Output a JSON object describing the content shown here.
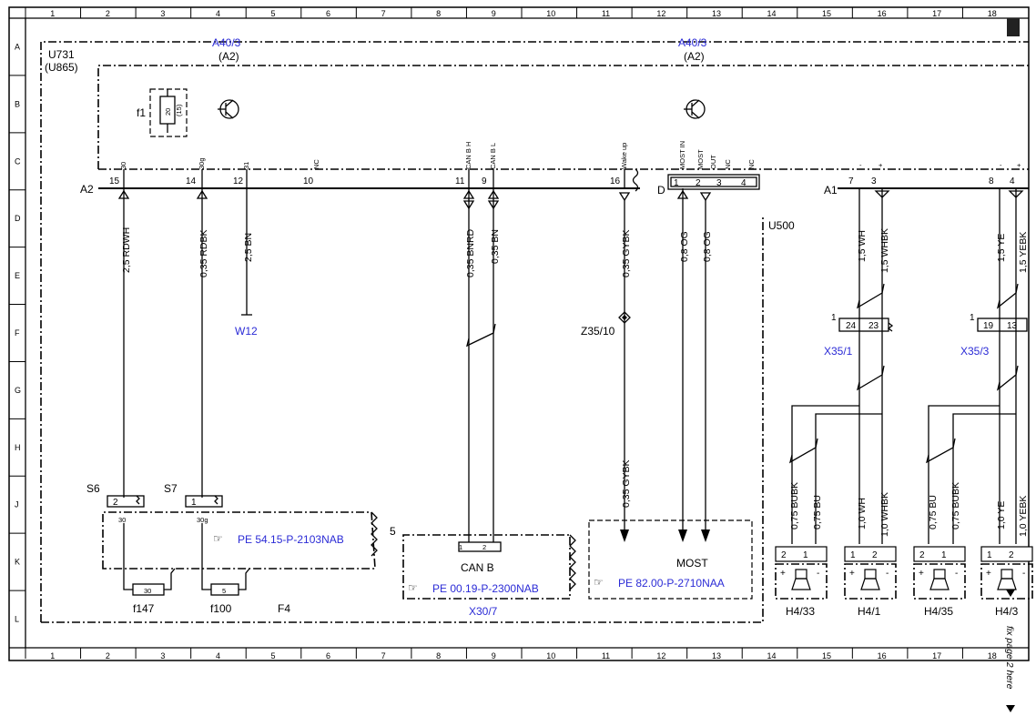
{
  "grid": {
    "cols": [
      "1",
      "2",
      "3",
      "4",
      "5",
      "6",
      "7",
      "8",
      "9",
      "10",
      "11",
      "12",
      "13",
      "14",
      "15",
      "16",
      "17",
      "18"
    ],
    "rows": [
      "A",
      "B",
      "C",
      "D",
      "E",
      "F",
      "G",
      "H",
      "J",
      "K",
      "L"
    ]
  },
  "blocks": {
    "u731": "U731",
    "u865": "(U865)",
    "a40_left": "A40/3",
    "a2_left": "(A2)",
    "a40_right": "A40/3",
    "a2_right": "(A2)",
    "u500": "U500",
    "f4": "F4",
    "d": "D",
    "a1": "A1",
    "a2": "A2"
  },
  "fuse_f1": {
    "label": "f1",
    "v1": "20",
    "v2": "(15)"
  },
  "connector_a2": {
    "pins": [
      {
        "num": "15",
        "sig": "30"
      },
      {
        "num": "14",
        "sig": "30g"
      },
      {
        "num": "12",
        "sig": "31"
      },
      {
        "num": "10",
        "sig": "NC"
      },
      {
        "num": "11",
        "sig": "CAN B H"
      },
      {
        "num": "9",
        "sig": "CAN B L"
      },
      {
        "num": "16",
        "sig": "Wake up"
      }
    ]
  },
  "connector_d": {
    "pins": [
      {
        "num": "1",
        "sig": "MOST IN"
      },
      {
        "num": "2",
        "sig": "MOST"
      },
      {
        "num": "3",
        "sig": "OUT"
      },
      {
        "num": "4",
        "sig": "NC"
      },
      {
        "num": "",
        "sig": "NC"
      }
    ]
  },
  "connector_a1": {
    "pins": [
      {
        "num": "7",
        "sig": "-"
      },
      {
        "num": "3",
        "sig": "+"
      },
      {
        "num": "8",
        "sig": "-"
      },
      {
        "num": "4",
        "sig": "+"
      }
    ]
  },
  "wires": {
    "w15": "2,5 RDWH",
    "w14": "0,35 RDBK",
    "w12": "2,5 BN",
    "w11": "0,35 BNRD",
    "w9": "0,35 BN",
    "w16": "0,35 GYBK",
    "w16b": "0,35 GYBK",
    "w_most1": "0,8 OG",
    "w_most2": "0,8 OG",
    "w_a1_7": "1,5 WH",
    "w_a1_3": "1,5 WHBK",
    "w_a1_8": "1,5 YE",
    "w_a1_4": "1,5 YEBK",
    "w_h433_a": "0,75 BUBK",
    "w_h433_b": "0,75 BU",
    "w_h41_a": "1,0 WH",
    "w_h41_b": "1,0 WHBK",
    "w_h435_a": "0,75 BU",
    "w_h435_b": "0,75 BUBK",
    "w_h43_a": "1,0 YE",
    "w_h43_b": "1,0 YEBK"
  },
  "components": {
    "w12": "W12",
    "z35": "Z35/10",
    "s6": "S6",
    "s7": "S7",
    "s6_pin": "2",
    "s7_pin": "1",
    "f147": "f147",
    "f100": "f100",
    "f147_val": "30",
    "f100_val": "5",
    "f4_sig1": "30",
    "f4_sig2": "30g",
    "x30_7": "X30/7",
    "x30_num": "5",
    "canb": "CAN B",
    "most": "MOST",
    "x35_1": "X35/1",
    "x35_3": "X35/3",
    "x35_1_n": "1",
    "x35_3_n": "1",
    "x35_1_p1": "24",
    "x35_1_p2": "23",
    "x35_3_p1": "19",
    "x35_3_p2": "13",
    "h4_33": "H4/33",
    "h4_1": "H4/1",
    "h4_35": "H4/35",
    "h4_3": "H4/3",
    "canb_p1": "1",
    "canb_p2": "2"
  },
  "refs": {
    "pe54": "PE 54.15-P-2103NAB",
    "pe00": "PE 00.19-P-2300NAB",
    "pe82": "PE 82.00-P-2710NAA"
  },
  "side_note": "fix page 2 here",
  "colors": {
    "reference": "#2b2bd6",
    "line": "#000000"
  }
}
